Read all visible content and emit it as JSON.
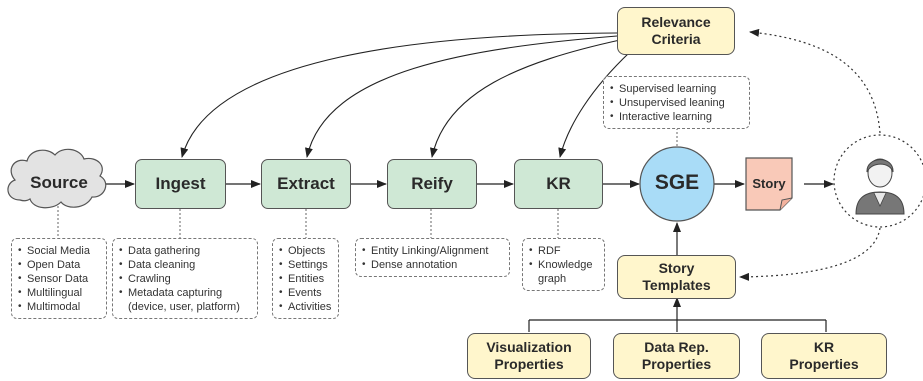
{
  "nodes": {
    "source": "Source",
    "ingest": "Ingest",
    "extract": "Extract",
    "reify": "Reify",
    "kr": "KR",
    "sge": "SGE",
    "story": "Story",
    "relevance": [
      "Relevance",
      "Criteria"
    ],
    "story_templates": [
      "Story",
      "Templates"
    ],
    "visualization": [
      "Visualization",
      "Properties"
    ],
    "data_rep": [
      "Data Rep.",
      "Properties"
    ],
    "kr_props": [
      "KR",
      "Properties"
    ]
  },
  "notes": {
    "source": [
      "Social Media",
      "Open Data",
      "Sensor Data",
      "Multilingual",
      "Multimodal"
    ],
    "ingest": [
      "Data gathering",
      "Data cleaning",
      "Crawling",
      "Metadata capturing",
      "(device, user, platform)"
    ],
    "extract": [
      "Objects",
      "Settings",
      "Entities",
      "Events",
      "Activities"
    ],
    "reify": [
      "Entity Linking/Alignment",
      "Dense annotation"
    ],
    "kr": [
      "RDF",
      "Knowledge",
      "graph"
    ],
    "sge": [
      "Supervised learning",
      "Unsupervised leaning",
      "Interactive learning"
    ]
  },
  "colors": {
    "stage": "#cfe8d5",
    "yellow": "#fff6cc",
    "sge": "#a9dcf7",
    "story": "#f9c9b8",
    "cloud": "#e3e3e3",
    "user": "#777777"
  },
  "icons": {
    "user": "user-avatar-icon",
    "cloud": "cloud-icon",
    "document": "document-icon"
  }
}
